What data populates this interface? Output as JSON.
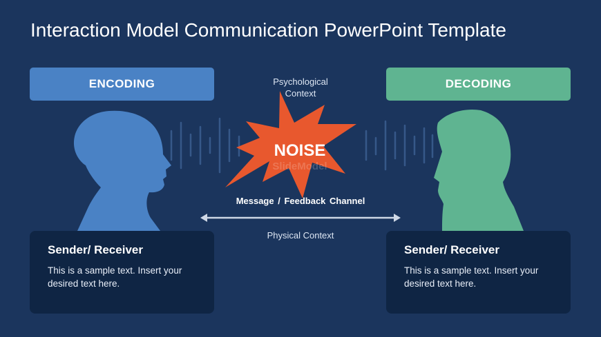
{
  "title": "Interaction Model Communication PowerPoint Template",
  "encoding_label": "ENCODING",
  "decoding_label": "DECODING",
  "psychological_context": "Psychological Context",
  "noise_label": "NOISE",
  "watermark": "SlideModel",
  "channel_label": "Message  /  Feedback  Channel",
  "physical_context": "Physical Context",
  "left_card": {
    "heading": "Sender/ Receiver",
    "text": "This is a sample text. Insert your desired text here."
  },
  "right_card": {
    "heading": "Sender/ Receiver",
    "text": "This is a sample text. Insert your desired text here."
  },
  "colors": {
    "background": "#1b355d",
    "encoding": "#4a82c5",
    "decoding": "#5fb491",
    "noise": "#e8582e",
    "card": "#0f2544"
  }
}
